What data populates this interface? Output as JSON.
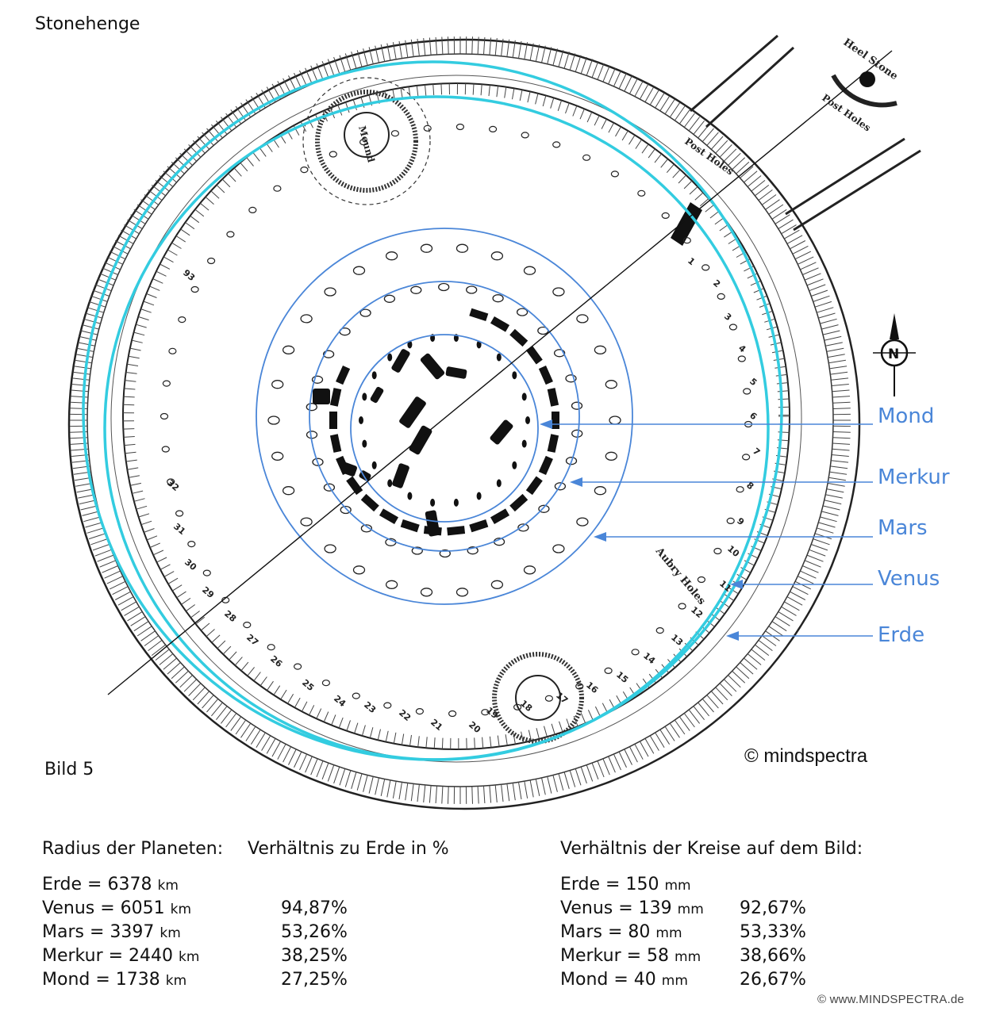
{
  "title": "Stonehenge",
  "figure_label": "Bild 5",
  "copyright": "© mindspectra",
  "watermark": "© www.MINDSPECTRA.de",
  "planet_labels": [
    "Mond",
    "Merkur",
    "Mars",
    "Venus",
    "Erde"
  ],
  "map_labels": {
    "heel_stone": "Heel Stone",
    "post_holes": "Post Holes",
    "mound": "Mound",
    "aubry_holes": "Aubry Holes",
    "north": "N"
  },
  "aubrey_hole_numbers": [
    "1",
    "2",
    "3",
    "4",
    "5",
    "6",
    "7",
    "8",
    "9",
    "10",
    "11",
    "12",
    "13",
    "14",
    "15",
    "16",
    "17",
    "18",
    "19",
    "20",
    "21",
    "22",
    "23",
    "24",
    "25",
    "26",
    "27",
    "28",
    "29",
    "30",
    "31",
    "32",
    "93"
  ],
  "colors": {
    "inner_circles": "#4a86d8",
    "outer_circles": "#33cce0",
    "labels": "#4a86d8"
  },
  "table": {
    "col1_header": "Radius der Planeten:",
    "col2_header": "Verhältnis zu Erde in %",
    "col3_header": "Verhältnis der Kreise auf dem Bild:",
    "km_rows": [
      {
        "label": "Erde = 6378",
        "unit": "km",
        "pct": ""
      },
      {
        "label": "Venus = 6051",
        "unit": "km",
        "pct": "94,87%"
      },
      {
        "label": "Mars = 3397",
        "unit": "km",
        "pct": "53,26%"
      },
      {
        "label": "Merkur = 2440",
        "unit": "km",
        "pct": "38,25%"
      },
      {
        "label": "Mond = 1738",
        "unit": "km",
        "pct": "27,25%"
      }
    ],
    "mm_rows": [
      {
        "label": "Erde = 150",
        "unit": "mm",
        "pct": ""
      },
      {
        "label": "Venus = 139",
        "unit": "mm",
        "pct": "92,67%"
      },
      {
        "label": "Mars = 80",
        "unit": "mm",
        "pct": "53,33%"
      },
      {
        "label": "Merkur = 58",
        "unit": "mm",
        "pct": "38,66%"
      },
      {
        "label": "Mond = 40",
        "unit": "mm",
        "pct": "26,67%"
      }
    ]
  }
}
